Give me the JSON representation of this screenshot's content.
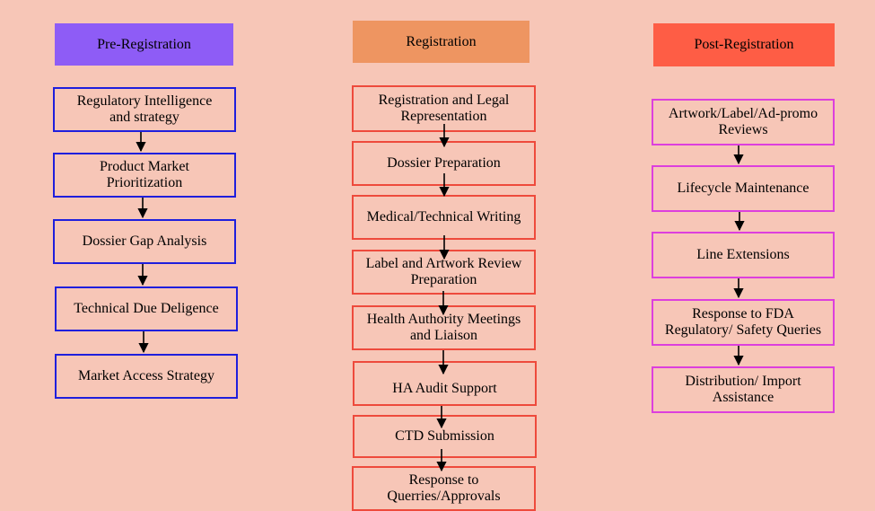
{
  "colors": {
    "background": "#f7c6b7",
    "pre_header": "#8e5cf6",
    "reg_header": "#ee9561",
    "post_header": "#fe5d45",
    "pre_border": "#1f1fdd",
    "reg_border": "#ee4a3c",
    "post_border": "#dd3fdd"
  },
  "columns": [
    {
      "header": "Pre-Registration",
      "steps": [
        "Regulatory Intelligence\nand strategy",
        "Product Market\nPrioritization",
        "Dossier Gap Analysis",
        "Technical Due Deligence",
        "Market Access Strategy"
      ]
    },
    {
      "header": "Registration",
      "steps": [
        "Registration and Legal\nRepresentation",
        "Dossier Preparation",
        "Medical/Technical Writing",
        "Label and Artwork Review\nPreparation",
        "Health Authority Meetings\nand Liaison",
        "HA Audit Support",
        "CTD Submission",
        "Response to\nQuerries/Approvals"
      ]
    },
    {
      "header": "Post-Registration",
      "steps": [
        "Artwork/Label/Ad-promo\nReviews",
        "Lifecycle Maintenance",
        "Line Extensions",
        "Response to FDA\nRegulatory/ Safety Queries",
        "Distribution/ Import\nAssistance"
      ]
    }
  ]
}
